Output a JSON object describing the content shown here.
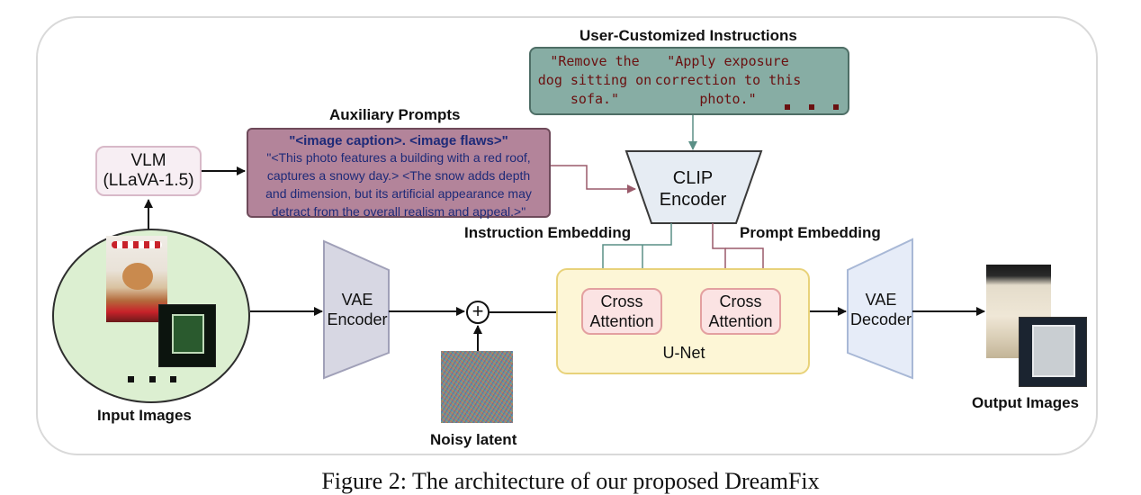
{
  "labels": {
    "user_customized": "User-Customized Instructions",
    "auxiliary_prompts": "Auxiliary Prompts",
    "instruction_embedding": "Instruction Embedding",
    "prompt_embedding": "Prompt Embedding",
    "input_images": "Input Images",
    "noisy_latent": "Noisy latent",
    "output_images": "Output Images"
  },
  "vlm": {
    "line1": "VLM",
    "line2": "(LLaVA-1.5)"
  },
  "auxiliary": {
    "header": "\"<image caption>. <image flaws>\"",
    "body": "\"<This photo features a building with a red roof, captures a snowy day.> <The snow adds depth and dimension, but its artificial appearance may detract from the overall realism and appeal.>\""
  },
  "user_instructions": {
    "q1": "\"Remove the\ndog sitting on\nsofa.\"",
    "q2": "\"Apply exposure\ncorrection to this\nphoto.\""
  },
  "clip": {
    "line1": "CLIP",
    "line2": "Encoder"
  },
  "vae_encoder": {
    "line1": "VAE",
    "line2": "Encoder"
  },
  "vae_decoder": {
    "line1": "VAE",
    "line2": "Decoder"
  },
  "cross_attention": {
    "line1": "Cross",
    "line2": "Attention"
  },
  "unet": {
    "label": "U-Net"
  },
  "sum_symbol": "+",
  "caption": "Figure 2: The architecture of our proposed DreamFix"
}
